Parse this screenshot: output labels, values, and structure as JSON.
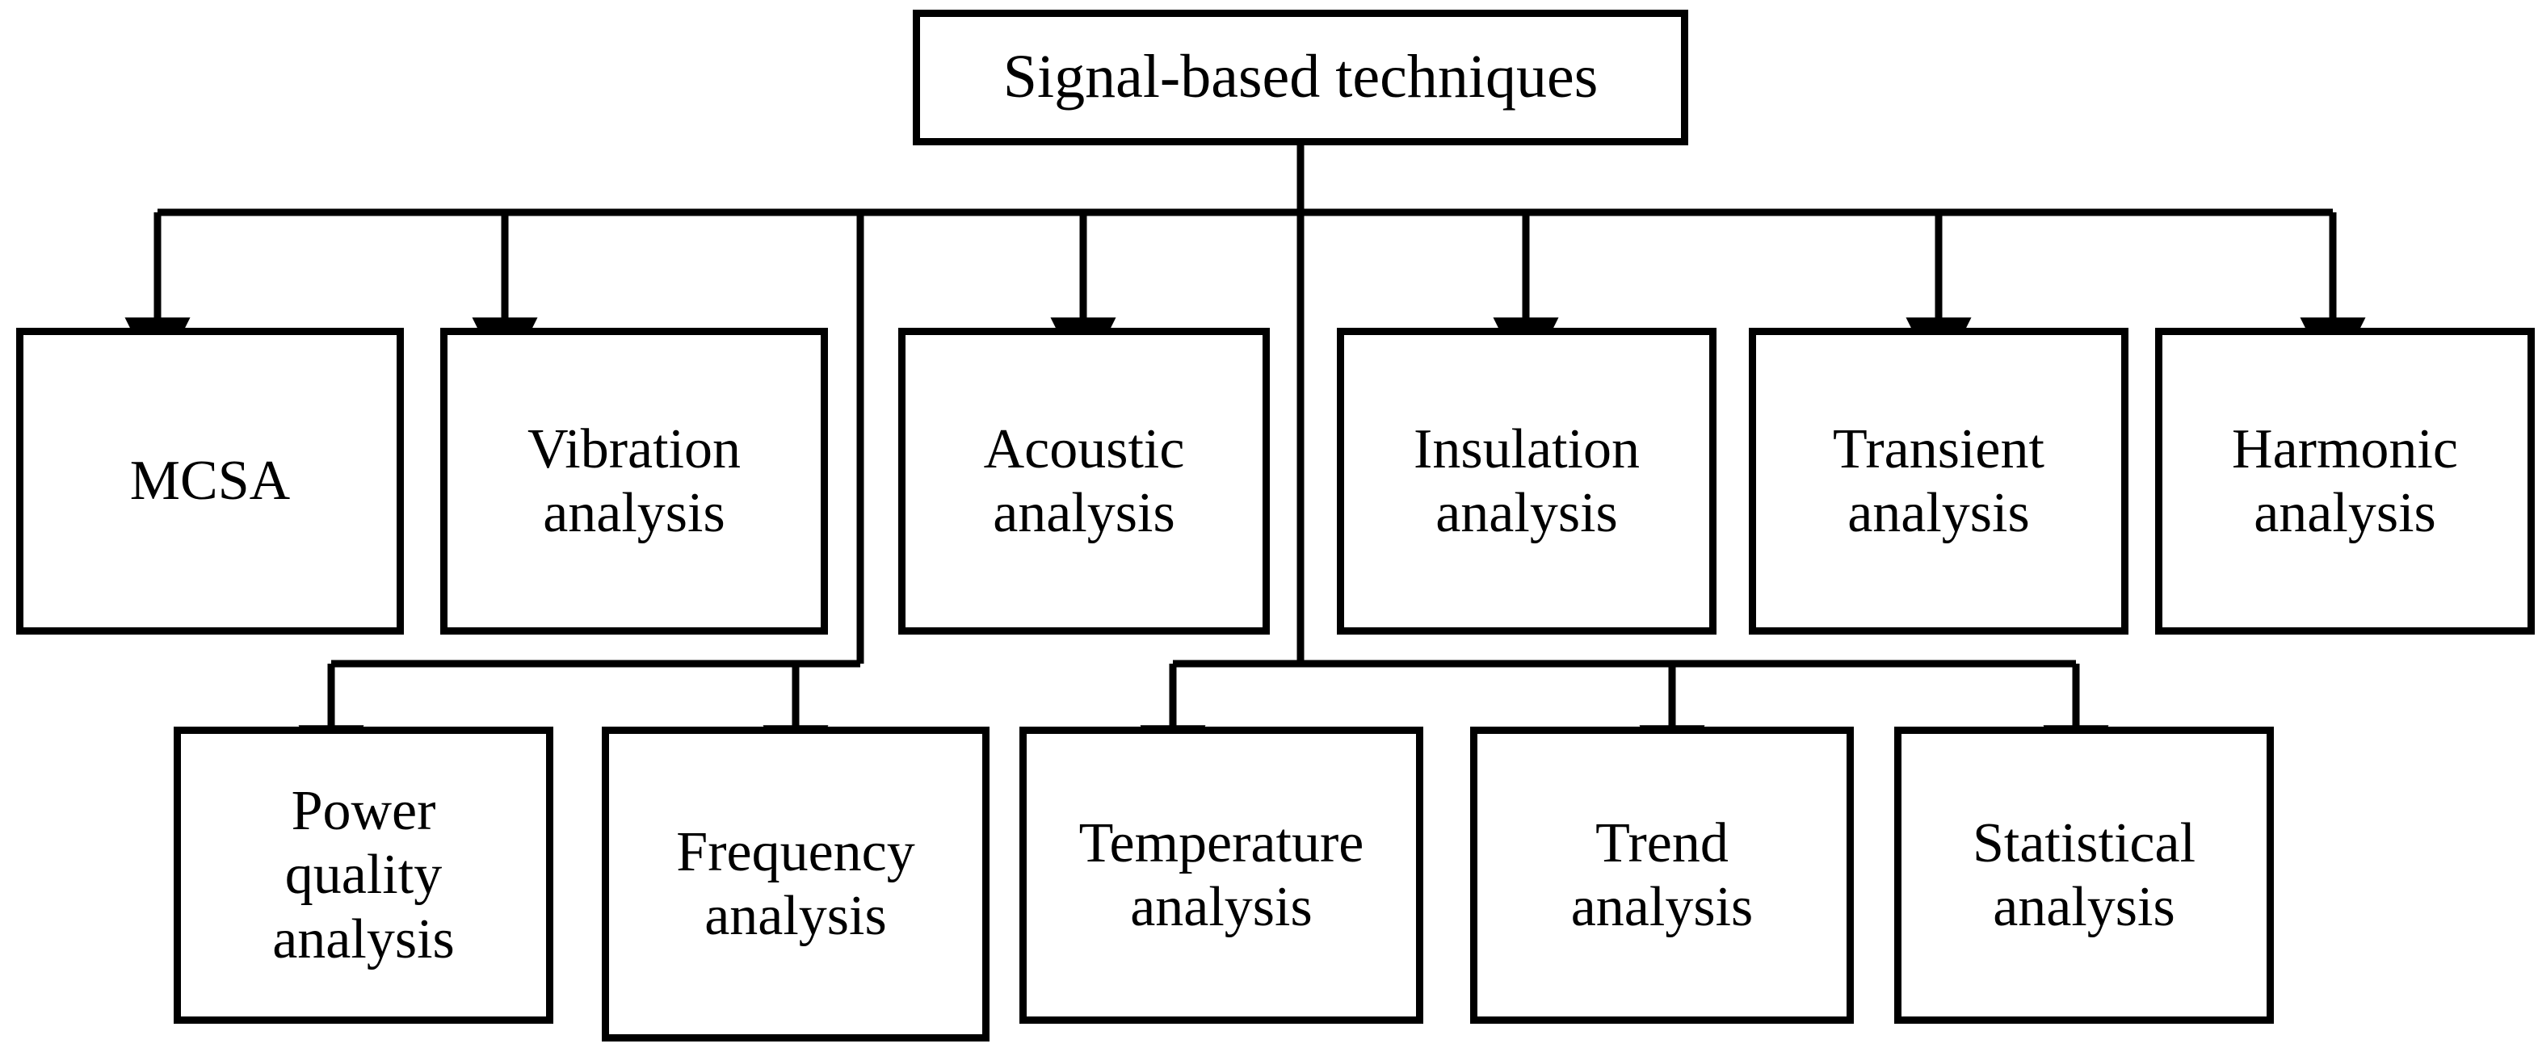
{
  "diagram": {
    "title": "Signal-based techniques",
    "type": "tree-hierarchy",
    "orientation": "top-down",
    "line_color": "#000000",
    "box_fill": "#ffffff",
    "box_border_color": "#000000",
    "root": {
      "id": "root",
      "label": "Signal-based techniques"
    },
    "level1": [
      {
        "id": "mcsa",
        "label": "MCSA"
      },
      {
        "id": "vibration",
        "label": "Vibration\nanalysis"
      },
      {
        "id": "acoustic",
        "label": "Acoustic\nanalysis"
      },
      {
        "id": "insulation",
        "label": "Insulation\nanalysis"
      },
      {
        "id": "transient",
        "label": "Transient\nanalysis"
      },
      {
        "id": "harmonic",
        "label": "Harmonic\nanalysis"
      }
    ],
    "level2": [
      {
        "id": "power-quality",
        "label": "Power\nquality\nanalysis"
      },
      {
        "id": "frequency",
        "label": "Frequency\nanalysis"
      },
      {
        "id": "temperature",
        "label": "Temperature\nanalysis"
      },
      {
        "id": "trend",
        "label": "Trend\nanalysis"
      },
      {
        "id": "statistical",
        "label": "Statistical\nanalysis"
      }
    ],
    "edges": [
      {
        "from": "root",
        "to": "mcsa"
      },
      {
        "from": "root",
        "to": "vibration"
      },
      {
        "from": "root",
        "to": "acoustic"
      },
      {
        "from": "root",
        "to": "insulation"
      },
      {
        "from": "root",
        "to": "transient"
      },
      {
        "from": "root",
        "to": "harmonic"
      },
      {
        "from": "root",
        "to": "power-quality"
      },
      {
        "from": "root",
        "to": "frequency"
      },
      {
        "from": "root",
        "to": "temperature"
      },
      {
        "from": "root",
        "to": "trend"
      },
      {
        "from": "root",
        "to": "statistical"
      }
    ]
  }
}
